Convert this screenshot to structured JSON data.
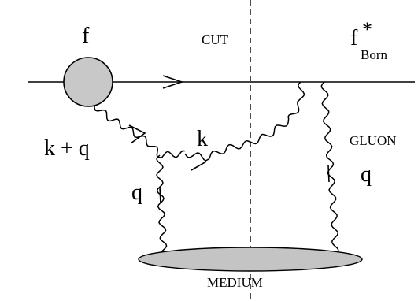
{
  "labels": {
    "f": "f",
    "cut": "CUT",
    "f_born_main": "f",
    "f_born_star": "*",
    "f_born_sub": "Born",
    "k_plus_q": "k + q",
    "k": "k",
    "q_left": "q",
    "gluon": "GLUON",
    "q_right": "q",
    "medium": "MEDIUM"
  },
  "colors": {
    "blob_fill": "#c8c8c8",
    "medium_fill": "#c4c4c4",
    "ink": "#000000"
  }
}
